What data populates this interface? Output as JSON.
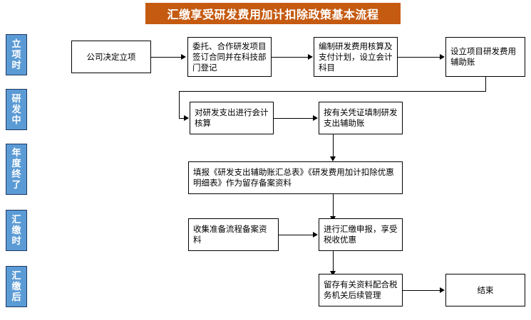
{
  "title": {
    "text": "汇缴享受研发费用加计扣除政策基本流程",
    "background_color": "#C55A11",
    "text_color": "#FFFFFF"
  },
  "phases": {
    "tab_color": "#5B9BD5",
    "tab_border_color": "#1F3864",
    "items": [
      {
        "label": "立项时"
      },
      {
        "label": "研发中"
      },
      {
        "label": "年度终了"
      },
      {
        "label": "汇缴时"
      },
      {
        "label": "汇缴后"
      }
    ]
  },
  "flow": {
    "nodes": [
      {
        "id": "n1",
        "label": "公司决定立项"
      },
      {
        "id": "n2",
        "label": "委托、合作研发项目签订合同并在科技部门登记"
      },
      {
        "id": "n3",
        "label": "编制研发费用核算及支付计划，设立会计科目"
      },
      {
        "id": "n4",
        "label": "设立项目研发费用辅助账"
      },
      {
        "id": "n5",
        "label": "对研发支出进行会计核算"
      },
      {
        "id": "n6",
        "label": "按有关凭证填制研发支出辅助账"
      },
      {
        "id": "n7",
        "label": "填报《研发支出辅助账汇总表》《研发费用加计扣除优惠明细表》作为留存备案资料"
      },
      {
        "id": "n8",
        "label": "收集准备流程备案资料"
      },
      {
        "id": "n9",
        "label": "进行汇缴申报，享受税收优惠"
      },
      {
        "id": "n10",
        "label": "留存有关资料配合税务机关后续管理"
      },
      {
        "id": "n11",
        "label": "结束"
      }
    ]
  }
}
